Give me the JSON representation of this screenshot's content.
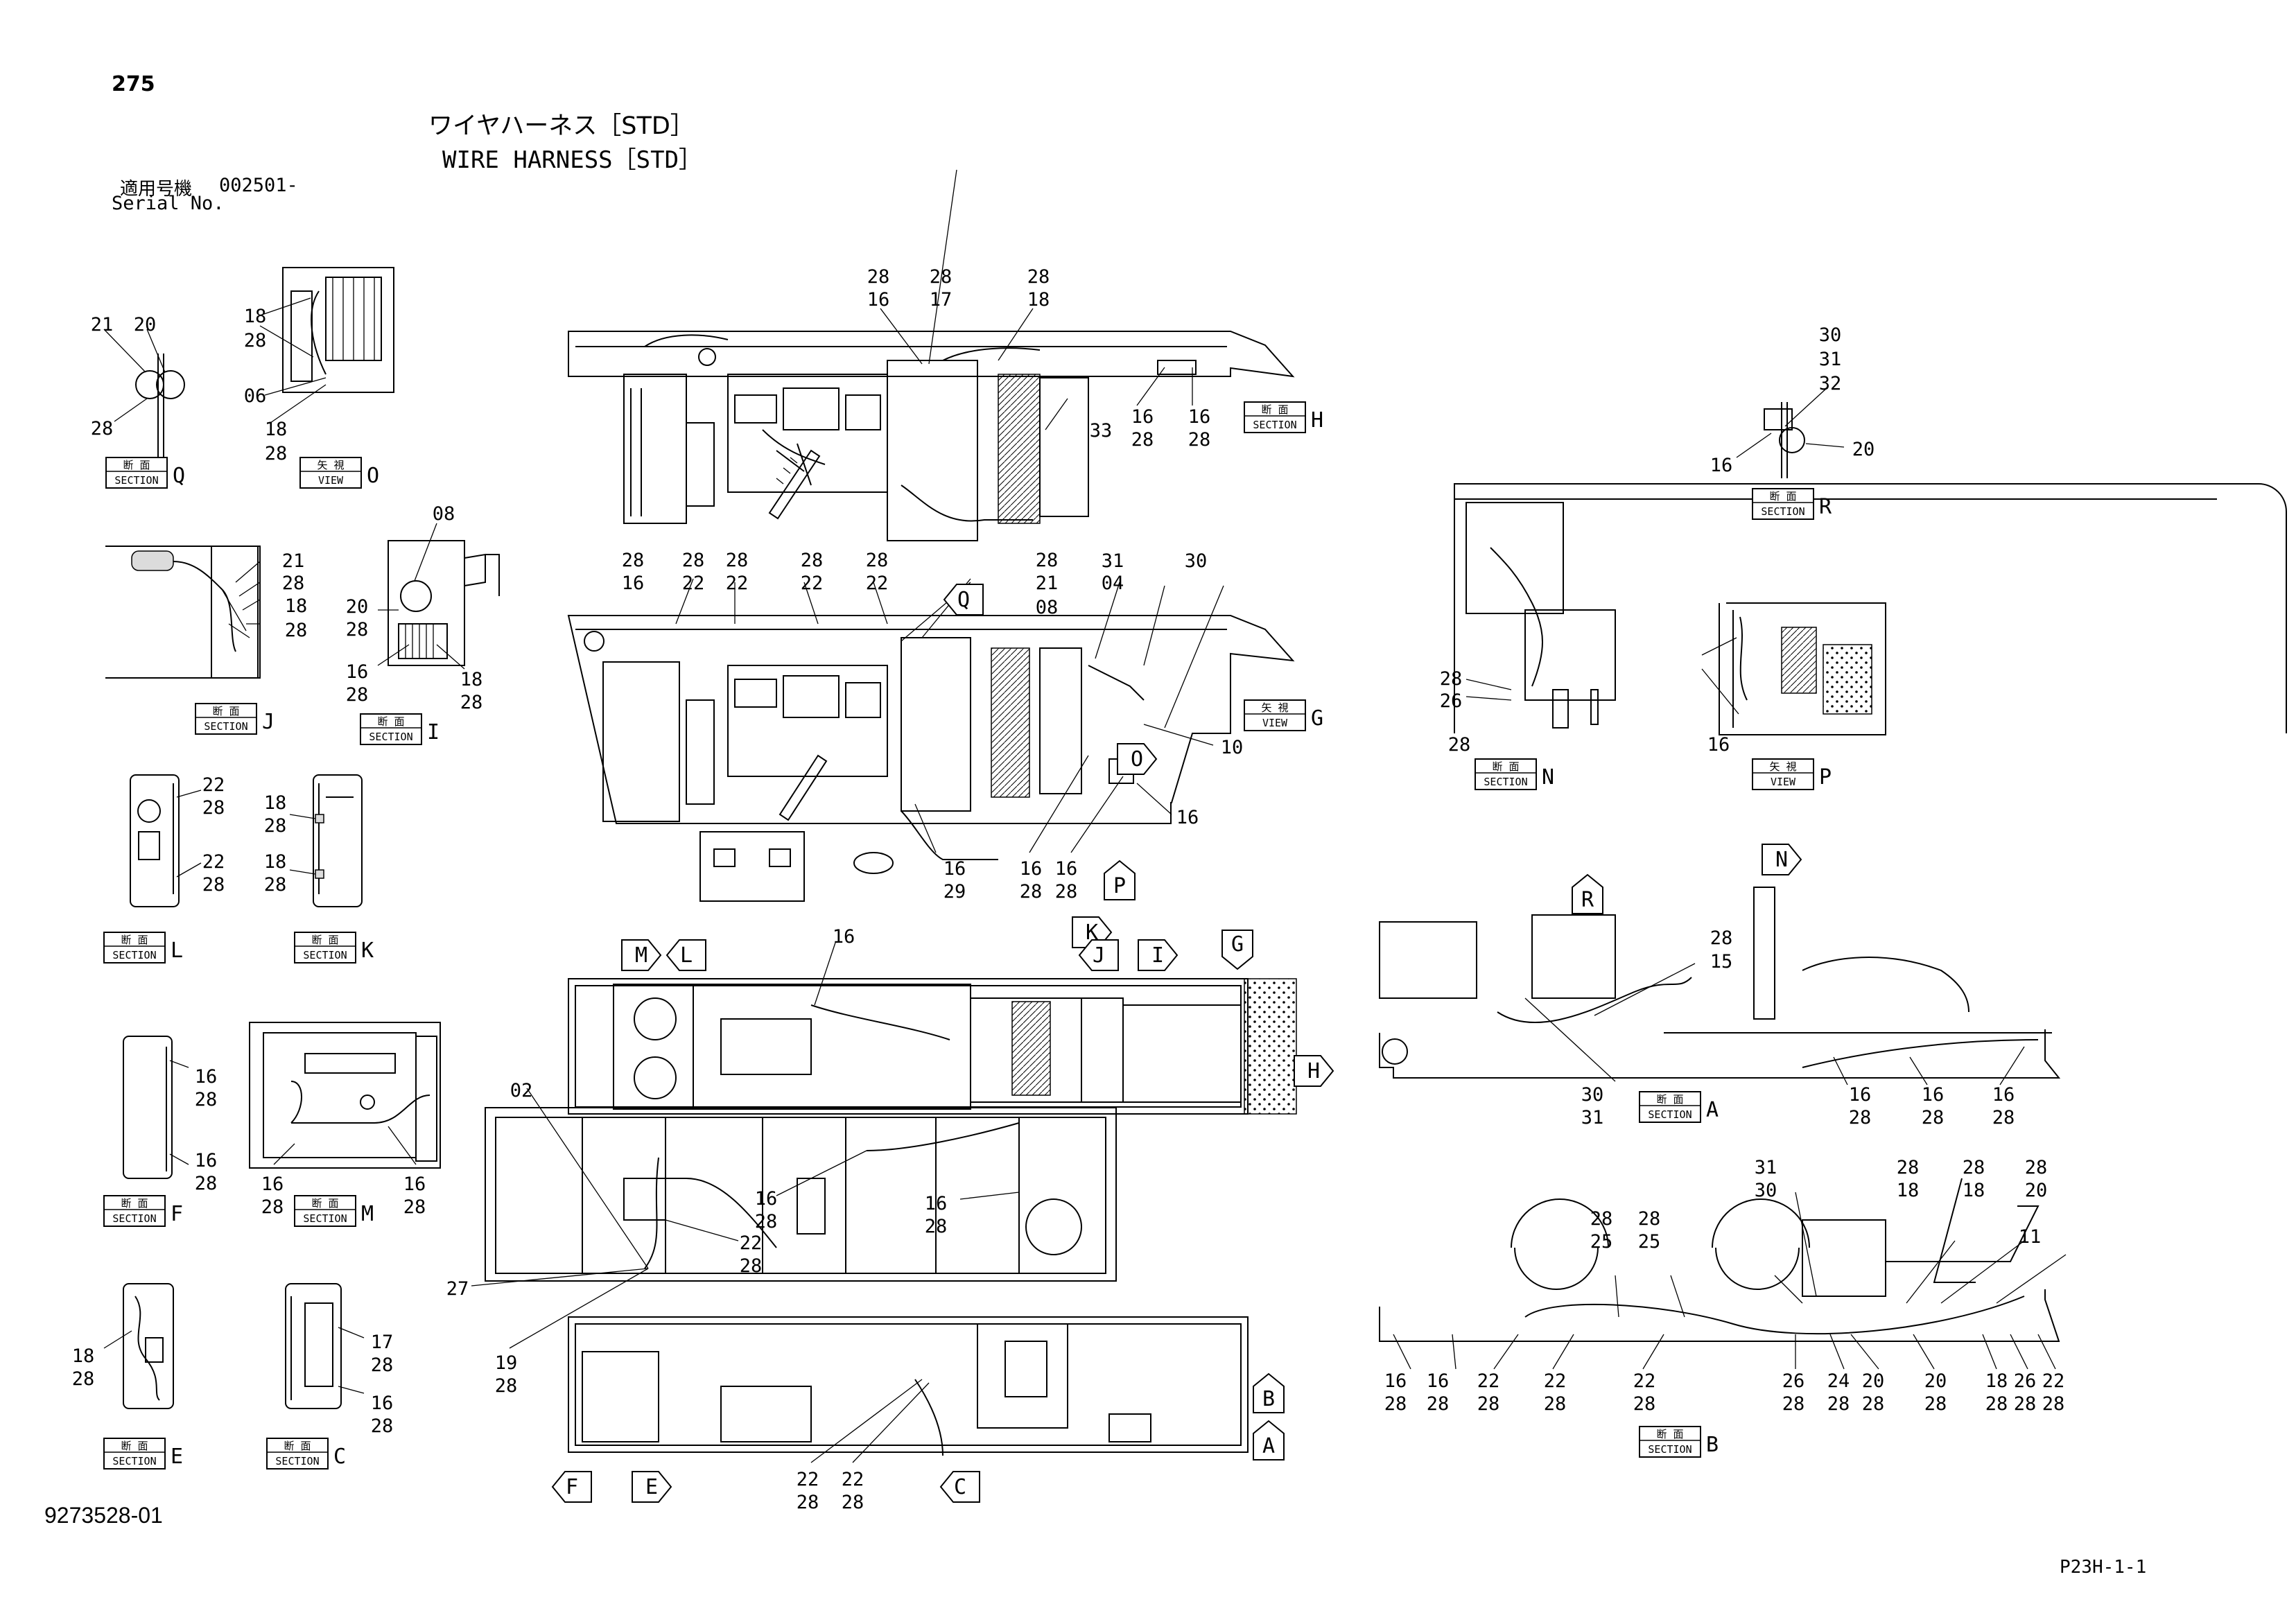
{
  "header": {
    "page_number": "275",
    "title_jp": "ワイヤハーネス［STD］",
    "title_en": "WIRE HARNESS［STD］",
    "serial_label_jp": "適用号機",
    "serial_value": "002501-",
    "serial_label_en": "Serial No."
  },
  "footer": {
    "drawing_number": "9273528-01",
    "page_code": "P23H-1-1"
  },
  "labels": {
    "section_jp": "断 面",
    "view_jp": "矢 視",
    "section_en": "SECTION",
    "view_en": "VIEW"
  },
  "view_boxes": [
    {
      "kind": "section",
      "letter": "Q"
    },
    {
      "kind": "view",
      "letter": "O"
    },
    {
      "kind": "section",
      "letter": "J"
    },
    {
      "kind": "section",
      "letter": "I"
    },
    {
      "kind": "section",
      "letter": "L"
    },
    {
      "kind": "section",
      "letter": "K"
    },
    {
      "kind": "section",
      "letter": "F"
    },
    {
      "kind": "section",
      "letter": "M"
    },
    {
      "kind": "section",
      "letter": "E"
    },
    {
      "kind": "section",
      "letter": "C"
    },
    {
      "kind": "section",
      "letter": "H"
    },
    {
      "kind": "view",
      "letter": "G"
    },
    {
      "kind": "section",
      "letter": "R"
    },
    {
      "kind": "section",
      "letter": "N"
    },
    {
      "kind": "view",
      "letter": "P"
    },
    {
      "kind": "section",
      "letter": "A"
    },
    {
      "kind": "section",
      "letter": "B"
    }
  ],
  "direction_arrows": [
    "Q",
    "O",
    "P",
    "M",
    "L",
    "K",
    "J",
    "I",
    "G",
    "H",
    "B",
    "A",
    "F",
    "E",
    "C",
    "R",
    "N"
  ],
  "callouts": [
    "21",
    "20",
    "28",
    "18",
    "28",
    "06",
    "18",
    "28",
    "21",
    "28",
    "18",
    "28",
    "08",
    "20",
    "28",
    "16",
    "28",
    "18",
    "28",
    "22",
    "28",
    "22",
    "28",
    "18",
    "28",
    "18",
    "28",
    "16",
    "28",
    "16",
    "28",
    "16",
    "28",
    "16",
    "28",
    "18",
    "28",
    "17",
    "28",
    "16",
    "28",
    "28",
    "16",
    "28",
    "17",
    "28",
    "18",
    "33",
    "16",
    "28",
    "16",
    "28",
    "28",
    "16",
    "28",
    "22",
    "28",
    "22",
    "28",
    "22",
    "28",
    "22",
    "28",
    "21",
    "08",
    "31",
    "30",
    "04",
    "10",
    "16",
    "16",
    "29",
    "16",
    "28",
    "16",
    "28",
    "16",
    "02",
    "16",
    "28",
    "16",
    "28",
    "22",
    "28",
    "27",
    "19",
    "28",
    "22",
    "28",
    "22",
    "28",
    "30",
    "31",
    "32",
    "16",
    "20",
    "28",
    "26",
    "28",
    "16",
    "28",
    "15",
    "30",
    "31",
    "16",
    "28",
    "16",
    "28",
    "16",
    "28",
    "31",
    "30",
    "28",
    "18",
    "28",
    "18",
    "28",
    "20",
    "11",
    "28",
    "25",
    "28",
    "25",
    "16",
    "28",
    "16",
    "28",
    "22",
    "28",
    "22",
    "28",
    "22",
    "28",
    "26",
    "28",
    "24",
    "28",
    "20",
    "28",
    "20",
    "28",
    "18",
    "28",
    "26",
    "28",
    "22",
    "28"
  ]
}
